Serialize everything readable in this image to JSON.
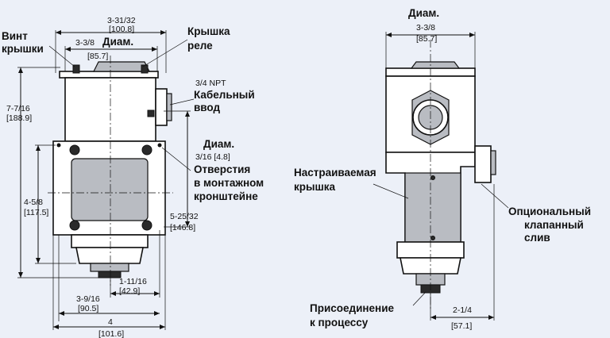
{
  "left_view": {
    "top_overall_dim": [
      "3-31/32",
      "[100.8]"
    ],
    "cover_dia_dim": [
      "3-3/8",
      "Диам.",
      "[85.7]"
    ],
    "cover_screw_label": [
      "Винт",
      "крышки"
    ],
    "relay_cover_label": [
      "Крышка",
      "реле"
    ],
    "conduit_size": "3/4 NPT",
    "conduit_label": [
      "Кабельный",
      "ввод"
    ],
    "height_dim": [
      "7-7/16",
      "[188.9]"
    ],
    "hole_dia_label": "Диам.",
    "hole_dia_dim": "3/16 [4.8]",
    "holes_label": [
      "Отверстия",
      "в монтажном",
      "кронштейне"
    ],
    "bracket_height_dim": [
      "4-5/8",
      "[117.5]"
    ],
    "hole_spacing_dim": [
      "5-25/32",
      "[146.8]"
    ],
    "offset_dim": [
      "1-11/16",
      "[42.9]"
    ],
    "bracket_width_dim": [
      "3-9/16",
      "[90.5]"
    ],
    "overall_width_dim": [
      "4",
      "[101.6]"
    ]
  },
  "right_view": {
    "dia_label": "Диам.",
    "dia_dim": [
      "3-3/8",
      "[85.7]"
    ],
    "adjustable_cover_label": [
      "Настраиваемая",
      "крышка"
    ],
    "drain_label": [
      "Опциональный",
      "клапанный",
      "слив"
    ],
    "process_label": [
      "Присоединение",
      "к процессу"
    ],
    "depth_dim": [
      "2-1/4",
      "[57.1]"
    ]
  }
}
